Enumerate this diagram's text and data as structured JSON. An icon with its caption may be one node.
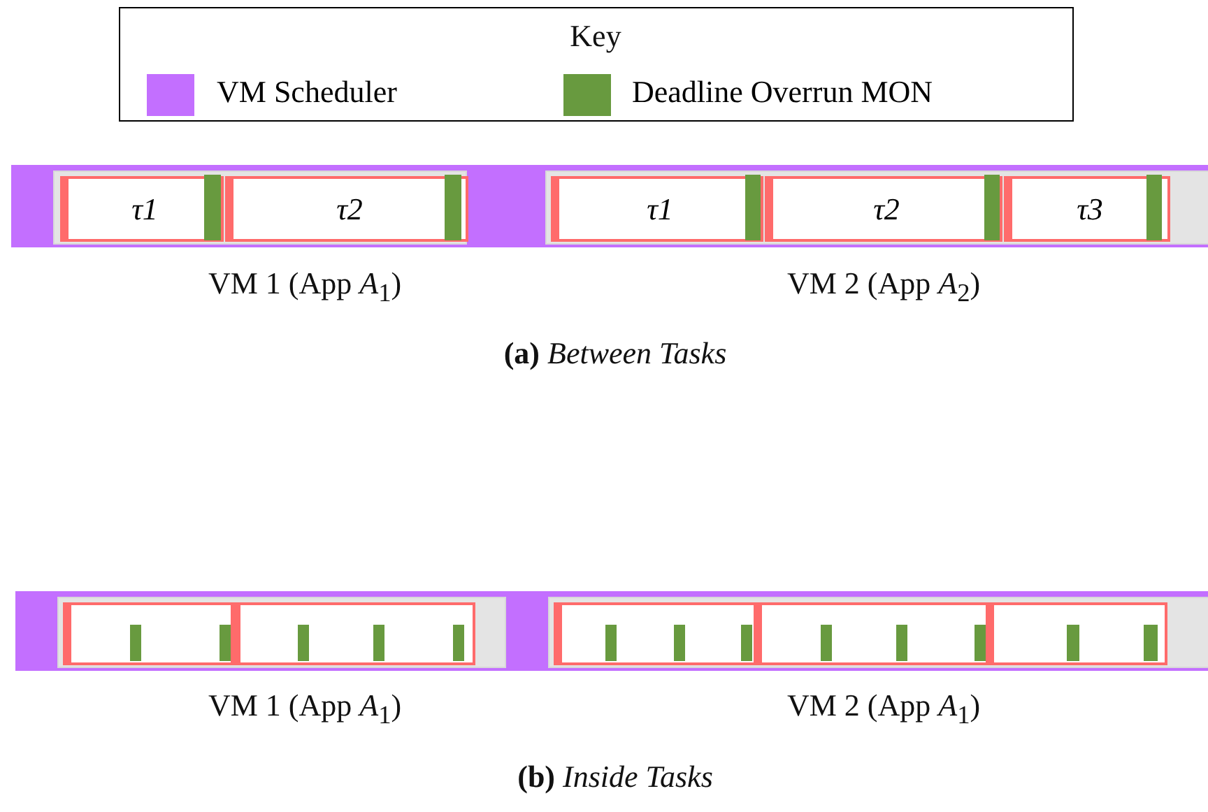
{
  "diagram": {
    "nodes": [
      {
        "text": [],
        "shape": "box"
      },
      {
        "text": [
          "τ1"
        ],
        "in": 0
      },
      {
        "text": [
          "τ2"
        ],
        "in": 0
      },
      {
        "text": [],
        "shape": "box"
      },
      {
        "text": [
          "τ1"
        ],
        "in": 3
      },
      {
        "text": [
          "τ2"
        ],
        "in": 3
      },
      {
        "text": [
          "τ3"
        ],
        "in": 3
      },
      {
        "text": [],
        "shape": "box"
      },
      {
        "text": [],
        "shape": "box",
        "in": 7
      },
      {
        "text": [],
        "shape": "box",
        "in": 7
      },
      {
        "text": [],
        "shape": "box"
      },
      {
        "text": [],
        "shape": "box",
        "in": 10
      },
      {
        "text": [],
        "shape": "box",
        "in": 10
      },
      {
        "text": [],
        "shape": "box",
        "in": 10
      }
    ],
    "edges": [],
    "labels": [
      "Key",
      "VM 1 (App *A*$_{1}$)",
      "VM 2 (App *A*$_{2}$)",
      "**(a)** *Between Tasks*",
      "VM 1 (App *A*$_{1}$)",
      "VM 2 (App *A*$_{1}$)",
      "**(b)** *Inside Tasks*"
    ],
    "legend": [
      {
        "text": "VM Scheduler",
        "color": "#c36fff"
      },
      {
        "text": "Deadline Overrun MON",
        "color": "#689a3f"
      }
    ]
  }
}
